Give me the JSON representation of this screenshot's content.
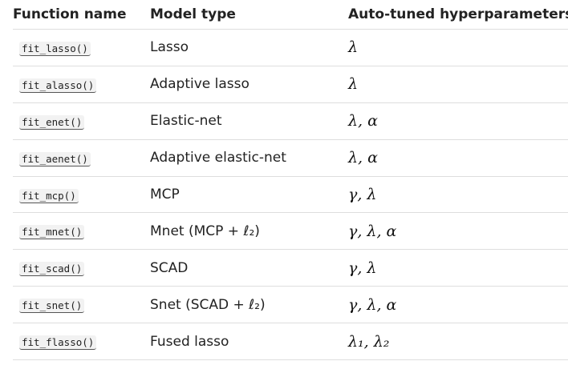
{
  "table": {
    "headers": [
      "Function name",
      "Model type",
      "Auto-tuned hyperparameters"
    ],
    "rows": [
      {
        "function": "fit_lasso()",
        "model": "Lasso",
        "params": "λ"
      },
      {
        "function": "fit_alasso()",
        "model": "Adaptive lasso",
        "params": "λ"
      },
      {
        "function": "fit_enet()",
        "model": "Elastic-net",
        "params": "λ, α"
      },
      {
        "function": "fit_aenet()",
        "model": "Adaptive elastic-net",
        "params": "λ, α"
      },
      {
        "function": "fit_mcp()",
        "model": "MCP",
        "params": "γ, λ"
      },
      {
        "function": "fit_mnet()",
        "model": "Mnet (MCP + ℓ₂)",
        "params": "γ, λ, α"
      },
      {
        "function": "fit_scad()",
        "model": "SCAD",
        "params": "γ, λ"
      },
      {
        "function": "fit_snet()",
        "model": "Snet (SCAD + ℓ₂)",
        "params": "γ, λ, α"
      },
      {
        "function": "fit_flasso()",
        "model": "Fused lasso",
        "params": "λ₁, λ₂"
      }
    ]
  }
}
